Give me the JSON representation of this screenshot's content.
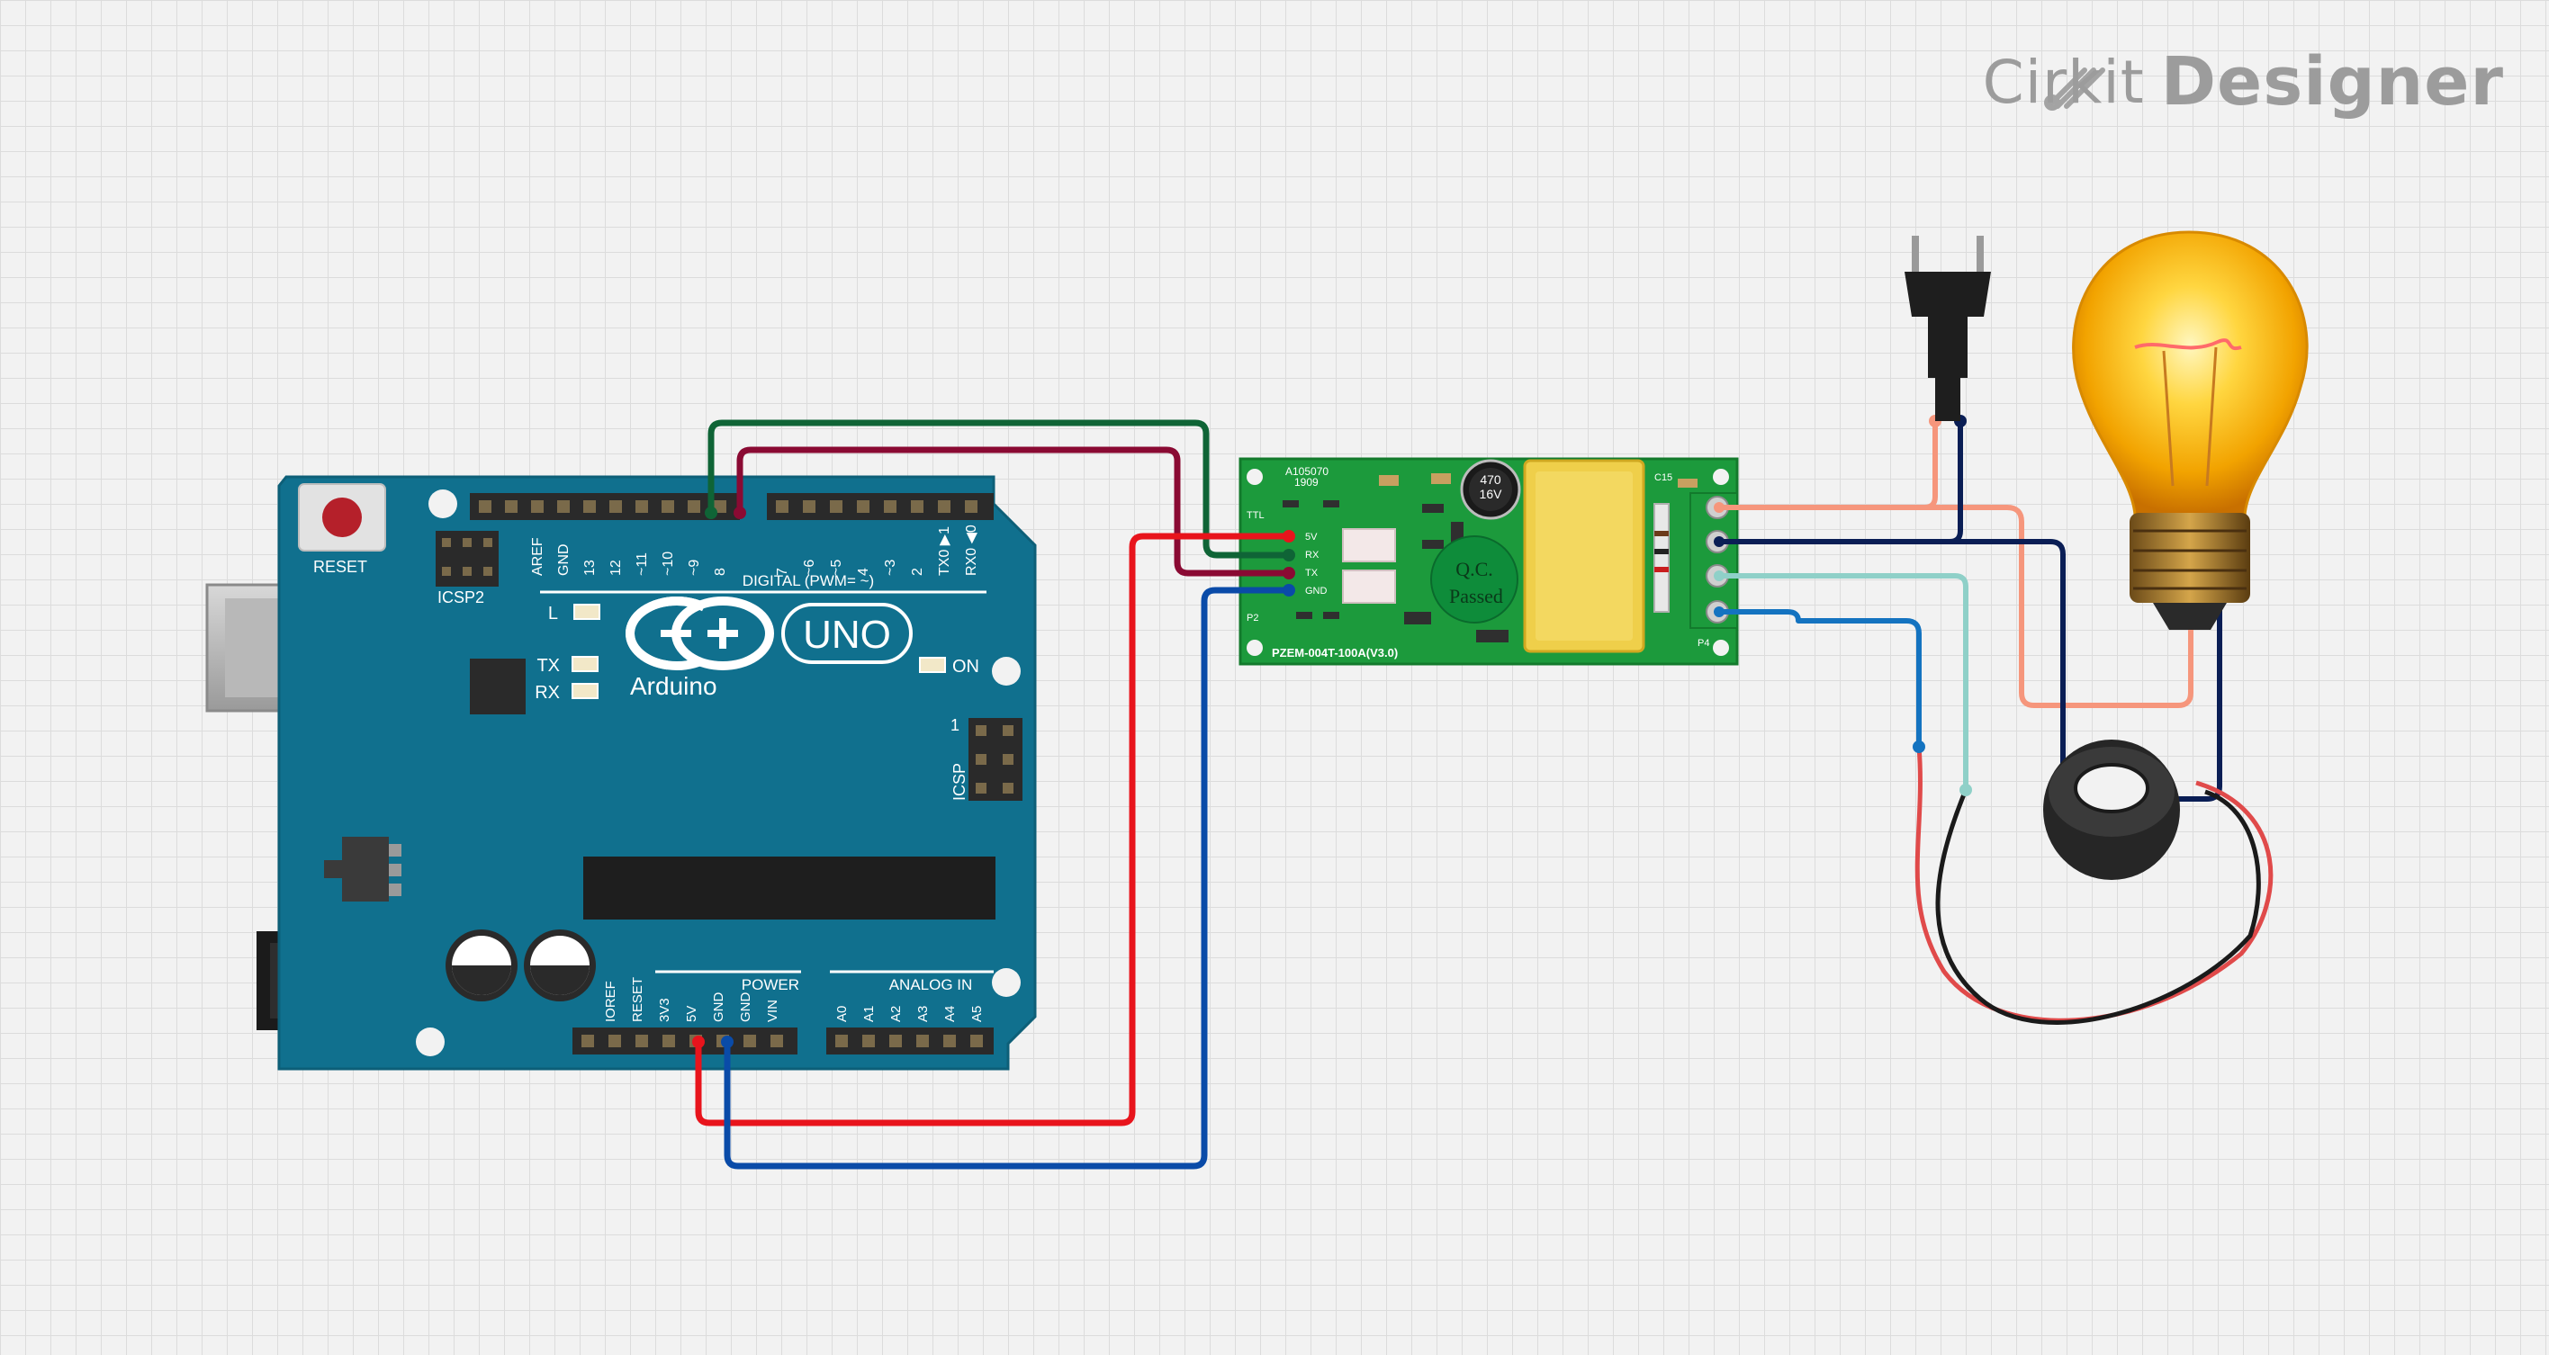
{
  "brand": {
    "name": "Cirkit",
    "product": "Designer",
    "logo_icon": "cirkit-logo-icon"
  },
  "colors": {
    "board": "#10708e",
    "module_pcb": "#1c9a3c",
    "wire_red": "#e8141c",
    "wire_darkred": "#8a0a33",
    "wire_green": "#0f6436",
    "wire_blue": "#0a4ba8",
    "wire_navy": "#0a1e55",
    "wire_salmon": "#f6967c",
    "wire_teal": "#8fd0c8",
    "wire_sensor": "#1473c0"
  },
  "arduino": {
    "reset_label": "RESET",
    "icsp2_label": "ICSP2",
    "icsp_label": "ICSP",
    "icsp_pin1": "1",
    "digital_header": [
      "AREF",
      "GND",
      "13",
      "12",
      "~11",
      "~10",
      "~9",
      "8",
      "7",
      "~6",
      "~5",
      "4",
      "~3",
      "2",
      "TX0 ▶1",
      "RX0 ◀0"
    ],
    "digital_label": "DIGITAL (PWM= ~)",
    "led_l": "L",
    "led_tx": "TX",
    "led_rx": "RX",
    "led_on": "ON",
    "logo_text": "Arduino",
    "model": "UNO",
    "power_label": "POWER",
    "analog_label": "ANALOG IN",
    "power_pins": [
      "IOREF",
      "RESET",
      "3V3",
      "5V",
      "GND",
      "GND",
      "VIN"
    ],
    "analog_pins": [
      "A0",
      "A1",
      "A2",
      "A3",
      "A4",
      "A5"
    ]
  },
  "pzem": {
    "code_top": "A105070",
    "code_year": "1909",
    "cap_value": "470\n16V",
    "qc_line1": "Q.C.",
    "qc_line2": "Passed",
    "model_label": "PZEM-004T-100A(V3.0)",
    "ttl_label": "TTL",
    "p2_label": "P2",
    "c15_label": "C15",
    "p4_label": "P4",
    "pin_labels": [
      "5V",
      "RX",
      "TX",
      "GND"
    ]
  },
  "components": {
    "plug": "ac-plug-icon",
    "bulb": "light-bulb-icon",
    "ct": "current-transformer-icon"
  }
}
